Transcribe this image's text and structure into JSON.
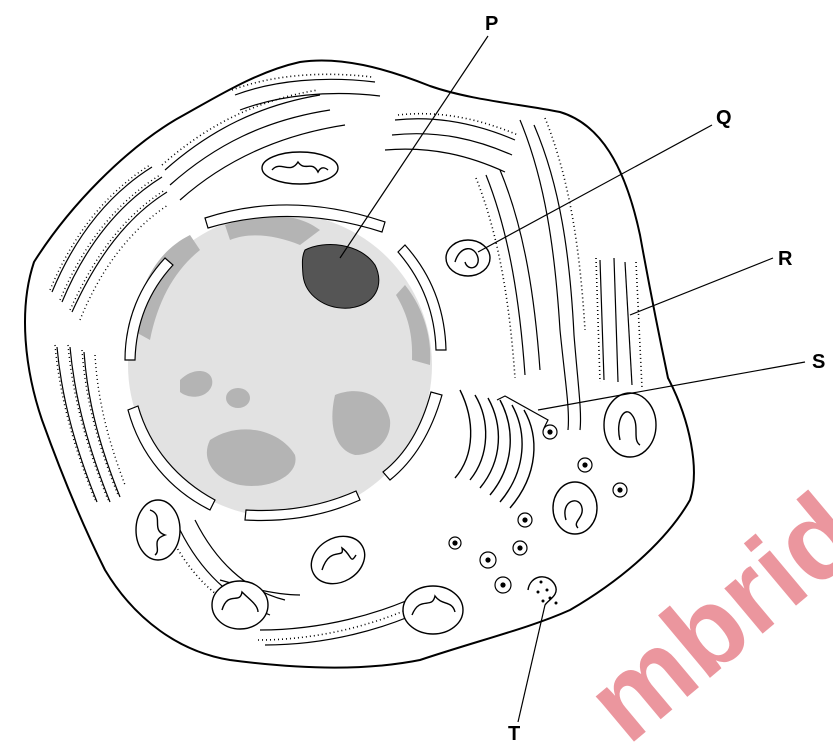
{
  "labels": {
    "P": "P",
    "Q": "Q",
    "R": "R",
    "S": "S",
    "T": "T"
  },
  "watermark": "mbridge",
  "colors": {
    "outline": "#000000",
    "nucleus_fill": "#e2e2e2",
    "chromatin": "#b4b4b4",
    "nucleolus": "#555555",
    "watermark": "#e8848e"
  }
}
